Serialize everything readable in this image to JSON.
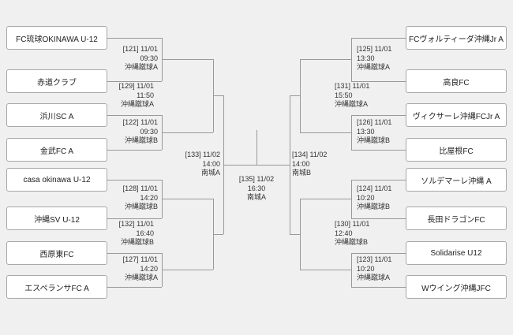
{
  "colors": {
    "background": "#f0f0f0",
    "box_background": "#ffffff",
    "box_border": "#a8a8a8",
    "line": "#999999",
    "text": "#222222"
  },
  "teams": {
    "left": [
      "FC琉球OKINAWA U-12",
      "赤道クラブ",
      "浜川SC A",
      "金武FC A",
      "casa okinawa U-12",
      "沖縄SV U-12",
      "西原東FC",
      "エスペランサFC A"
    ],
    "right": [
      "FCヴォルティーダ沖縄Jr A",
      "高良FC",
      "ヴィクサーレ沖縄FCJr A",
      "比屋根FC",
      "ソルデマーレ沖縄 A",
      "長田ドラゴンFC",
      "Solidarise U12",
      "Wウイング沖縄JFC"
    ]
  },
  "matches": {
    "m121": {
      "header": "[121] 11/01",
      "time": "09:30",
      "venue": "沖縄蹴球A"
    },
    "m122": {
      "header": "[122] 11/01",
      "time": "09:30",
      "venue": "沖縄蹴球B"
    },
    "m128": {
      "header": "[128] 11/01",
      "time": "14:20",
      "venue": "沖縄蹴球B"
    },
    "m127": {
      "header": "[127] 11/01",
      "time": "14:20",
      "venue": "沖縄蹴球A"
    },
    "m129": {
      "header": "[129] 11/01",
      "time": "11:50",
      "venue": "沖縄蹴球A"
    },
    "m132": {
      "header": "[132] 11/01",
      "time": "16:40",
      "venue": "沖縄蹴球B"
    },
    "m133": {
      "header": "[133] 11/02",
      "time": "14:00",
      "venue": "南城A"
    },
    "m125": {
      "header": "[125] 11/01",
      "time": "13:30",
      "venue": "沖縄蹴球A"
    },
    "m126": {
      "header": "[126] 11/01",
      "time": "13:30",
      "venue": "沖縄蹴球B"
    },
    "m124": {
      "header": "[124] 11/01",
      "time": "10:20",
      "venue": "沖縄蹴球B"
    },
    "m123": {
      "header": "[123] 11/01",
      "time": "10:20",
      "venue": "沖縄蹴球A"
    },
    "m131": {
      "header": "[131] 11/01",
      "time": "15:50",
      "venue": "沖縄蹴球A"
    },
    "m130": {
      "header": "[130] 11/01",
      "time": "12:40",
      "venue": "沖縄蹴球B"
    },
    "m134": {
      "header": "[134] 11/02",
      "time": "14:00",
      "venue": "南城B"
    },
    "m135": {
      "header": "[135] 11/02",
      "time": "16:30",
      "venue": "南城A"
    }
  }
}
